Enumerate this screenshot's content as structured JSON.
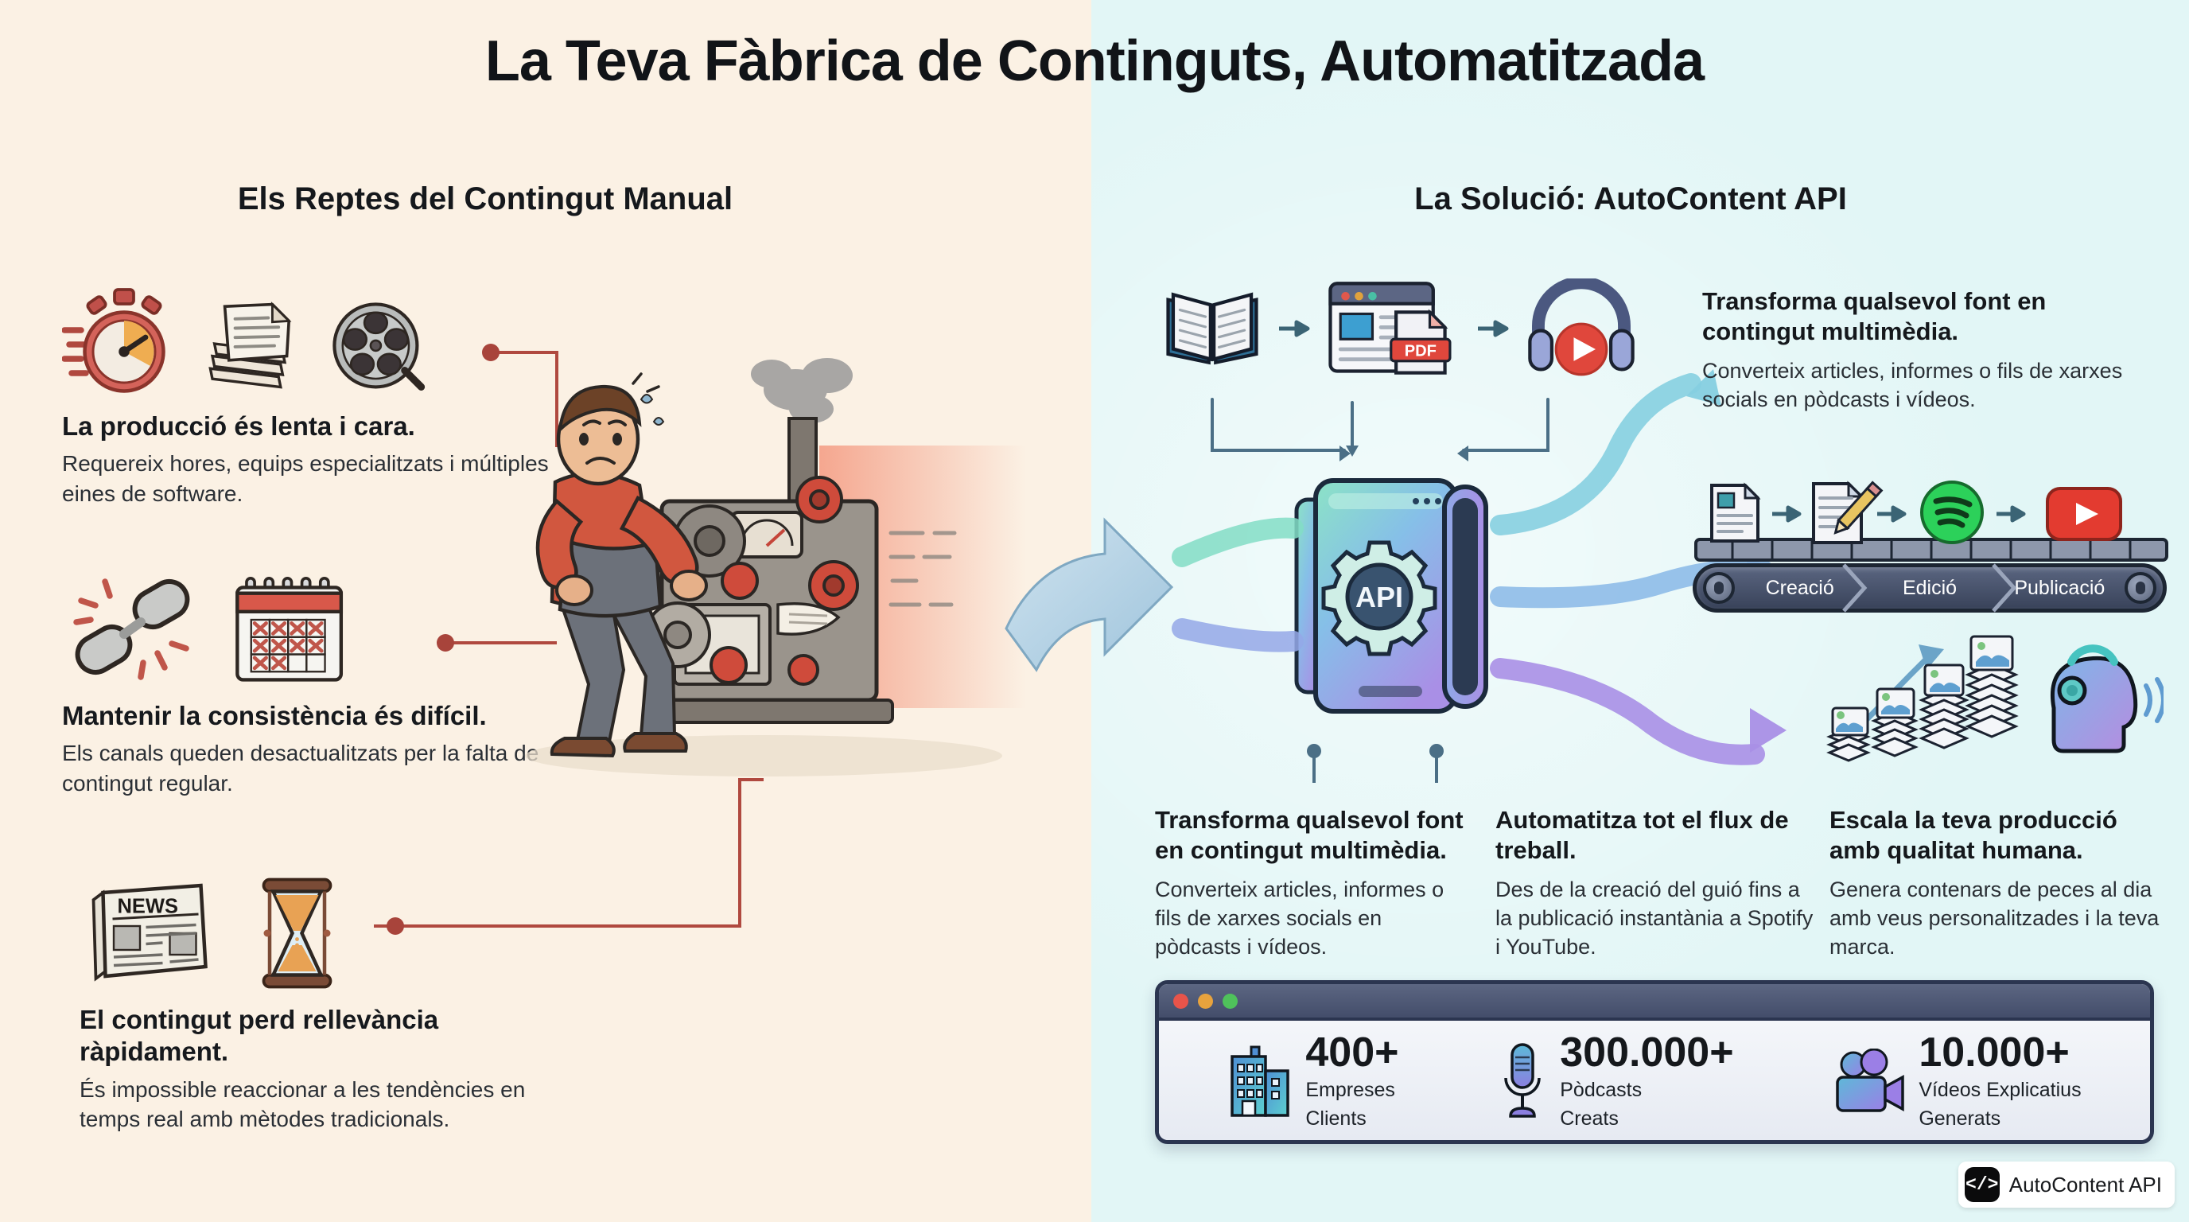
{
  "page": {
    "title": "La Teva Fàbrica de Continguts, Automatitzada",
    "left_heading": "Els Reptes del Contingut Manual",
    "right_heading": "La Solució: AutoContent API",
    "bg_left": "#fbf1e4",
    "bg_right": "#e2f6f6"
  },
  "problems": [
    {
      "icons": [
        "stopwatch-icon",
        "paper-stack-icon",
        "film-reel-icon"
      ],
      "heading": "La producció és lenta i cara.",
      "body": "Requereix hores, equips especialitzats i múltiples eines de software."
    },
    {
      "icons": [
        "broken-chain-icon",
        "calendar-x-icon"
      ],
      "heading": "Mantenir la consistència és difícil.",
      "body": "Els canals queden desactualitzats per la falta de contingut regular."
    },
    {
      "icons": [
        "newspaper-icon",
        "hourglass-icon"
      ],
      "heading": "El contingut perd rellevància ràpidament.",
      "body": "És impossible reaccionar a les tendències en temps real amb mètodes tradicionals."
    }
  ],
  "newspaper_label": "NEWS",
  "api_device": {
    "label": "API"
  },
  "source_flow": {
    "icons": [
      "open-book-icon",
      "browser-window-icon",
      "pdf-file-icon",
      "headphones-play-icon"
    ],
    "pdf_label": "PDF"
  },
  "feature_top": {
    "heading": "Transforma qualsevol font en contingut multimèdia.",
    "body": "Converteix articles, informes o fils de xarxes socials en pòdcasts i vídeos."
  },
  "pipeline": {
    "stages": [
      "Creació",
      "Edició",
      "Publicació"
    ],
    "icons": [
      "document-icon",
      "document-edit-icon",
      "spotify-icon",
      "youtube-icon"
    ]
  },
  "features_bottom": [
    {
      "heading": "Transforma qualsevol font en contingut multimèdia.",
      "body": "Converteix articles, informes o fils de xarxes socials en pòdcasts i vídeos."
    },
    {
      "heading": "Automatitza tot el flux de treball.",
      "body": "Des de la creació del guió fins a la publicació instantània a Spotify i YouTube."
    },
    {
      "heading": "Escala la teva producció amb qualitat humana.",
      "body": "Genera contenars de peces al dia amb veus personalitzades i la teva marca."
    }
  ],
  "stats": {
    "window_dots": [
      "#e8544a",
      "#e8a33d",
      "#4fc25b"
    ],
    "items": [
      {
        "icon": "office-building-icon",
        "number": "400+",
        "label_line1": "Empreses",
        "label_line2": "Clients"
      },
      {
        "icon": "microphone-icon",
        "number": "300.000+",
        "label_line1": "Pòdcasts",
        "label_line2": "Creats"
      },
      {
        "icon": "video-camera-icon",
        "number": "10.000+",
        "label_line1": "Vídeos Explicatius",
        "label_line2": "Generats"
      }
    ]
  },
  "footer": {
    "logo_mark": "</>",
    "logo_text": "AutoContent API"
  }
}
